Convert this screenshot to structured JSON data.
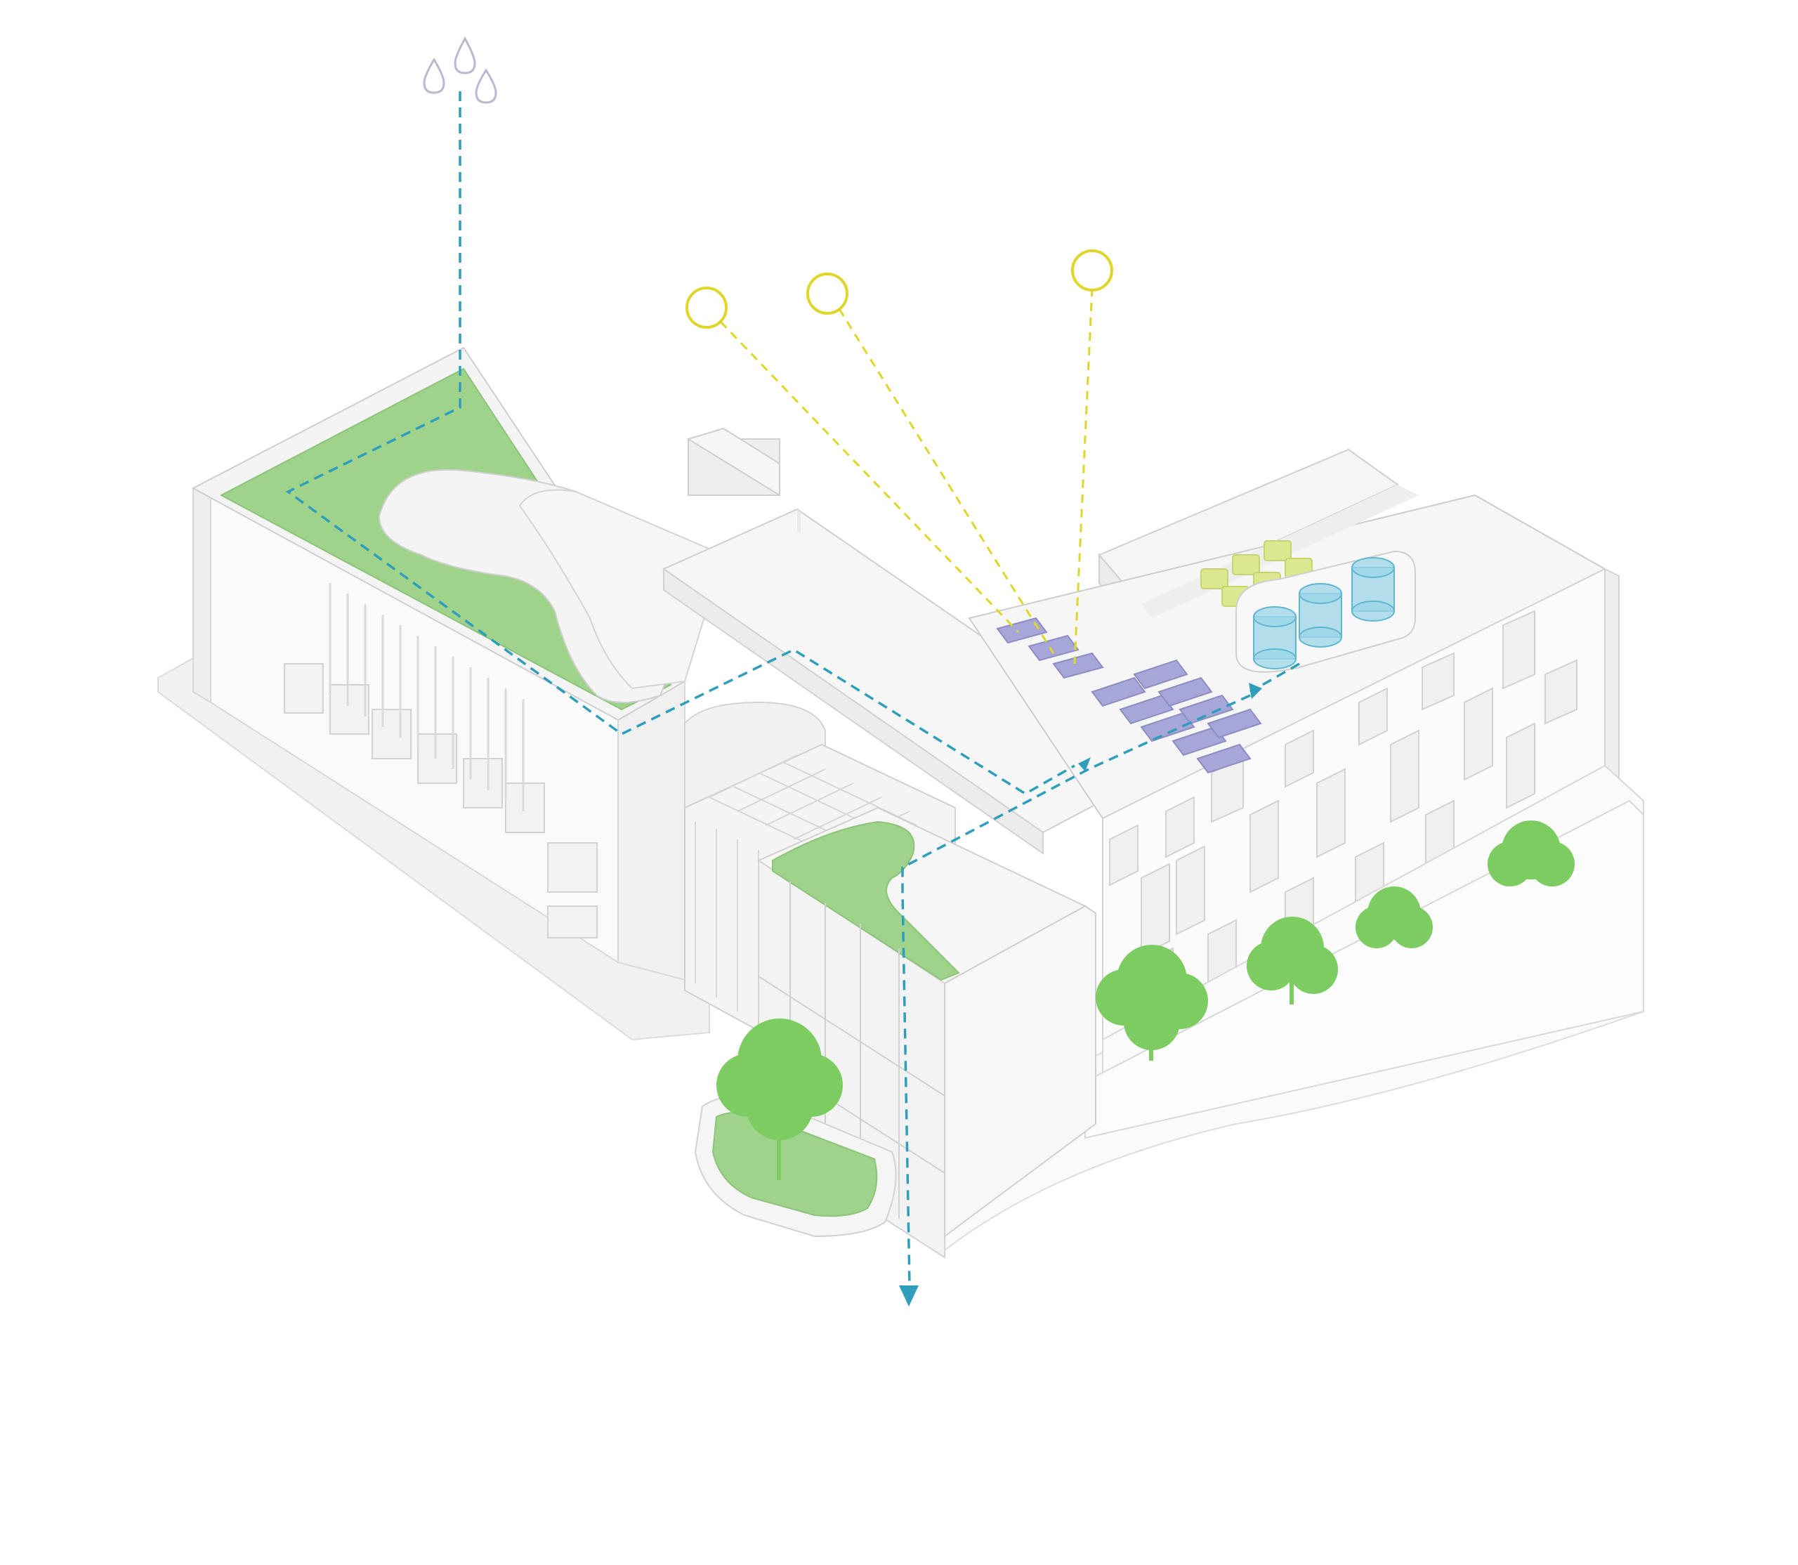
{
  "diagram": {
    "type": "isometric-building-sustainability-diagram",
    "labels": [],
    "elements": {
      "rain_drops": {
        "count": 3,
        "icon": "rain-drop-icon"
      },
      "sun_markers": {
        "count": 3,
        "icon": "sun-circle-icon"
      },
      "solar_panels": {
        "count": 12
      },
      "water_tanks": {
        "count": 3
      },
      "rooftop_planters": {
        "count": 6
      },
      "green_roofs": {
        "count": 3
      },
      "trees": {
        "count": 5
      }
    },
    "flows": {
      "rainwater": {
        "style": "dashed",
        "arrow": "arrowhead"
      },
      "sunlight": {
        "style": "dashed"
      }
    }
  },
  "colors": {
    "background": "#ffffff",
    "building_white": "#f7f7f7",
    "building_shade": "#ebebeb",
    "building_edge": "#c9c9c9",
    "green_roof": "#9fd28a",
    "tree_green": "#7ccc62",
    "rain_line": "#2e9ebb",
    "sun_line": "#e0d62a",
    "solar_panel": "#a6a6d8",
    "water_tank": "#9bd6e8",
    "planter_box": "#dbe88f",
    "rain_drop": "#b9b9cf"
  }
}
